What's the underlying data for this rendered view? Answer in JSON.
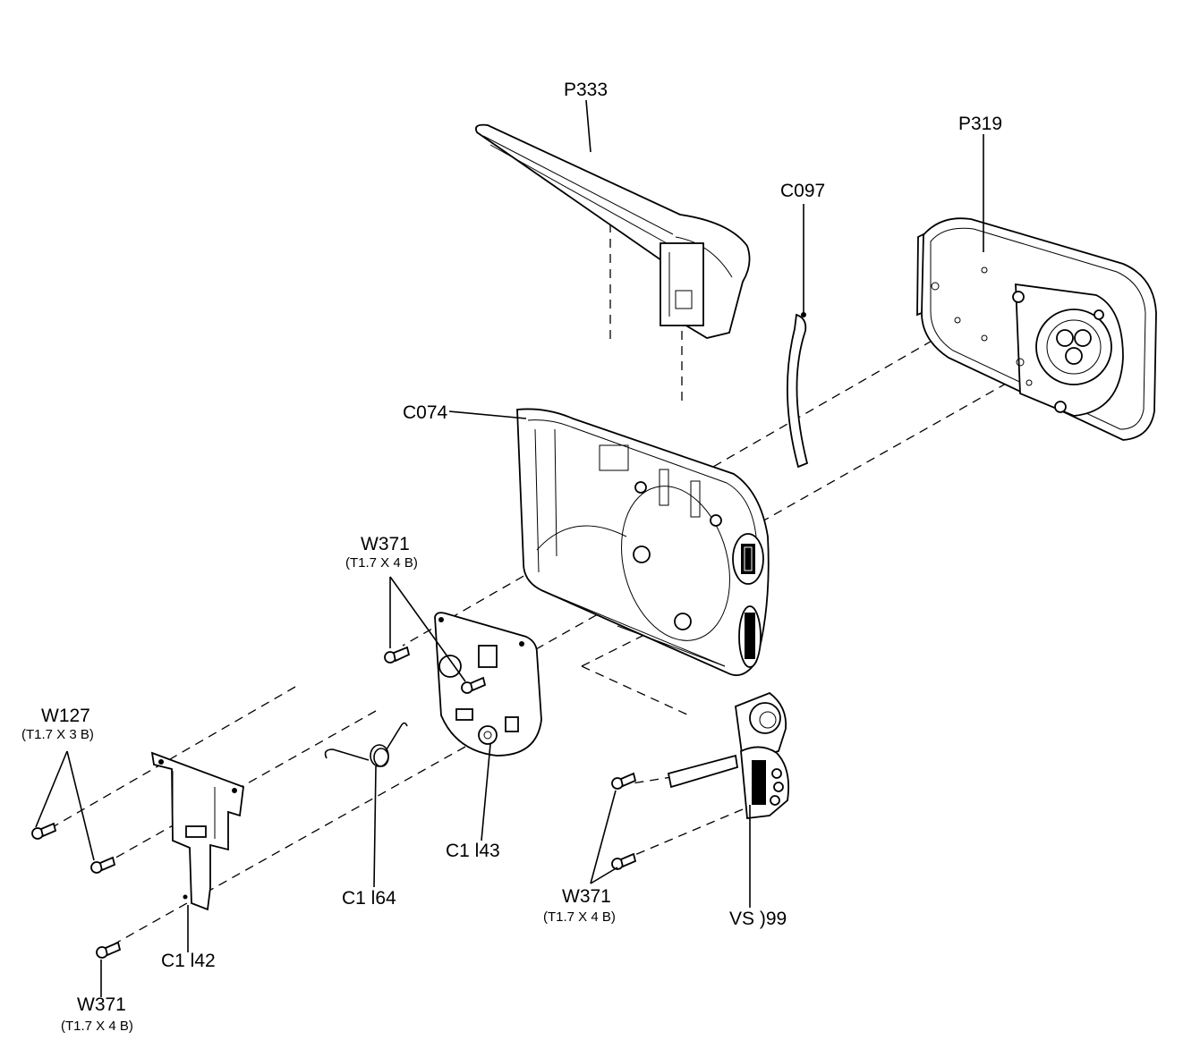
{
  "labels": {
    "p333": "P333",
    "p319": "P319",
    "c097": "C097",
    "c074": "C074",
    "w371_top": "W371",
    "w371_top_spec": "(T1.7 X 4 B)",
    "w127": "W127",
    "w127_spec": "(T1.7 X 3 B)",
    "c1143": "C1 l43",
    "c1164": "C1 l64",
    "c1142": "C1 l42",
    "w371_mid": "W371",
    "w371_mid_spec": "(T1.7 X 4 B)",
    "w371_bottom": "W371",
    "w371_bottom_spec": "(T1.7 X 4 B)",
    "vs099": "VS )99"
  }
}
